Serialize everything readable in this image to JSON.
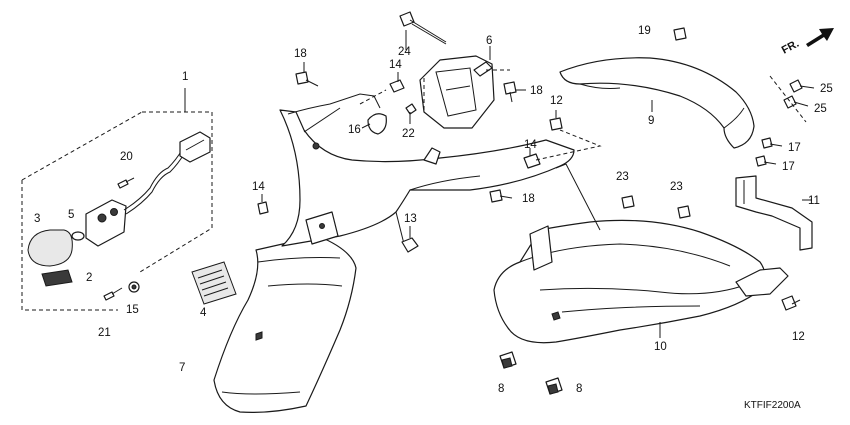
{
  "diagram": {
    "part_code": "KTFIF2200A",
    "direction_label": "FR.",
    "callouts": {
      "c1": "1",
      "c2": "2",
      "c3": "3",
      "c4": "4",
      "c5": "5",
      "c6": "6",
      "c7": "7",
      "c8a": "8",
      "c8b": "8",
      "c9": "9",
      "c10": "10",
      "c11": "11",
      "c12a": "12",
      "c12b": "12",
      "c13": "13",
      "c14a": "14",
      "c14b": "14",
      "c14c": "14",
      "c15": "15",
      "c16": "16",
      "c17a": "17",
      "c17b": "17",
      "c18a": "18",
      "c18b": "18",
      "c18c": "18",
      "c19": "19",
      "c20": "20",
      "c21": "21",
      "c22": "22",
      "c23a": "23",
      "c23b": "23",
      "c24": "24",
      "c25a": "25",
      "c25b": "25"
    },
    "icons": {
      "direction": "arrow-icon",
      "bolt": "bolt-icon"
    }
  }
}
